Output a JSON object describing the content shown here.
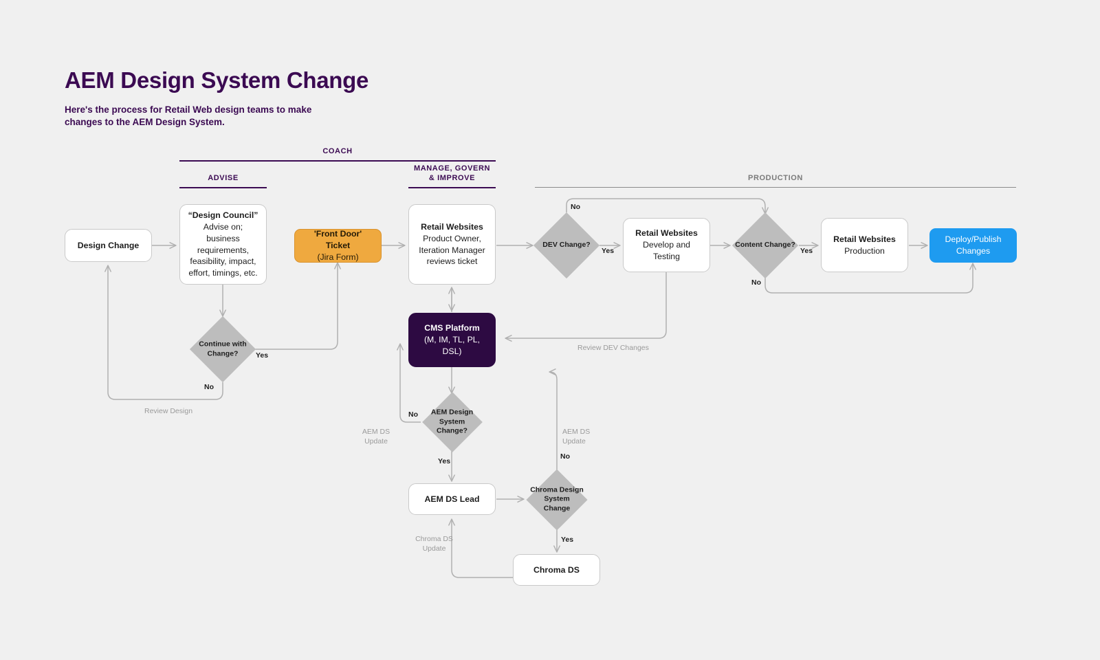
{
  "header": {
    "title": "AEM Design System Change",
    "subtitle": "Here's the process for Retail Web design teams to make\nchanges to the AEM Design System."
  },
  "lanes": [
    {
      "id": "coach",
      "label": "COACH"
    },
    {
      "id": "advise",
      "label": "ADVISE"
    },
    {
      "id": "manage",
      "label": "MANAGE, GOVERN\n& IMPROVE"
    },
    {
      "id": "production",
      "label": "PRODUCTION"
    }
  ],
  "nodes": [
    {
      "id": "design-change",
      "line1": "Design Change",
      "line2": ""
    },
    {
      "id": "design-council",
      "line1": "“Design Council”",
      "line2": "Advise on; business requirements, feasibility, impact, effort, timings, etc."
    },
    {
      "id": "front-door-ticket",
      "line1": "'Front Door' Ticket",
      "line2": "(Jira Form)"
    },
    {
      "id": "retail-websites-po",
      "line1": "Retail Websites",
      "line2": "Product Owner, Iteration Manager reviews ticket"
    },
    {
      "id": "retail-websites-dev",
      "line1": "Retail Websites",
      "line2": "Develop and Testing"
    },
    {
      "id": "retail-websites-prod",
      "line1": "Retail Websites",
      "line2": "Production"
    },
    {
      "id": "deploy-publish",
      "line1": "Deploy/Publish Changes",
      "line2": ""
    },
    {
      "id": "cms-platform",
      "line1": "CMS Platform",
      "line2": "(M, IM, TL, PL, DSL)"
    },
    {
      "id": "aem-ds-lead",
      "line1": "AEM DS Lead",
      "line2": ""
    },
    {
      "id": "chroma-ds",
      "line1": "Chroma DS",
      "line2": ""
    }
  ],
  "decisions": [
    {
      "id": "continue-with-change",
      "label": "Continue with\nChange?"
    },
    {
      "id": "dev-change",
      "label": "DEV Change?"
    },
    {
      "id": "content-change",
      "label": "Content Change?"
    },
    {
      "id": "aem-design-system-change",
      "label": "AEM Design\nSystem\nChange?"
    },
    {
      "id": "chroma-design-system-change",
      "label": "Chroma Design\nSystem\nChange"
    }
  ],
  "edge_labels": [
    {
      "id": "continue-yes",
      "text": "Yes"
    },
    {
      "id": "continue-no",
      "text": "No"
    },
    {
      "id": "review-design",
      "text": "Review Design"
    },
    {
      "id": "dev-change-no",
      "text": "No"
    },
    {
      "id": "dev-change-yes",
      "text": "Yes"
    },
    {
      "id": "content-change-yes",
      "text": "Yes"
    },
    {
      "id": "content-change-no",
      "text": "No"
    },
    {
      "id": "review-dev-changes",
      "text": "Review DEV Changes"
    },
    {
      "id": "aem-ds-change-no",
      "text": "No"
    },
    {
      "id": "aem-ds-change-yes",
      "text": "Yes"
    },
    {
      "id": "aem-ds-update-left",
      "text": "AEM DS\nUpdate"
    },
    {
      "id": "aem-ds-update-right",
      "text": "AEM DS\nUpdate"
    },
    {
      "id": "chroma-no",
      "text": "No"
    },
    {
      "id": "chroma-yes",
      "text": "Yes"
    },
    {
      "id": "chroma-ds-update",
      "text": "Chroma DS\nUpdate"
    }
  ],
  "colors": {
    "background": "#f0f0f0",
    "brand_purple": "#3b0a52",
    "node_purple": "#2d0a42",
    "accent_orange": "#efa93f",
    "accent_blue": "#1e9bf0",
    "decision_gray": "#bdbdbd",
    "connector_gray": "#b0b0b0",
    "lane_gray": "#8a8a8a"
  }
}
